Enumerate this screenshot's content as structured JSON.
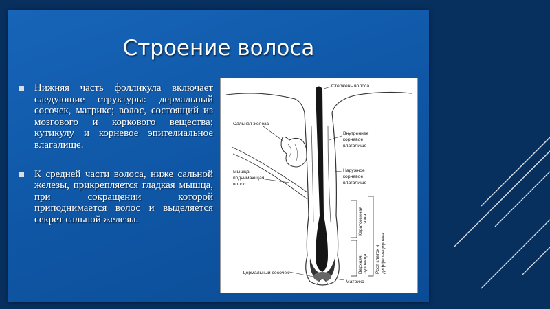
{
  "slide": {
    "title": "Строение волоса",
    "bullets": [
      "Нижняя часть фолликула включает следующие структуры: дермальный сосочек, матрикс; волос, состоящий из мозгового и коркового вещества; кутикулу и корневое эпителиальное влагалище.",
      "К средней части волоса, ниже сальной железы, прикрепляется гладкая мышца, при сокращении которой приподнимается волос и выделяется секрет сальной железы."
    ]
  },
  "figure": {
    "labels": {
      "shaft": "Стержень волоса",
      "gland": "Сальная железа",
      "inner_sheath_1": "Внутреннее",
      "inner_sheath_2": "корневое",
      "inner_sheath_3": "влагалище",
      "muscle_1": "Мышца,",
      "muscle_2": "поднимающая",
      "muscle_3": "волос",
      "outer_sheath_1": "Наружное",
      "outer_sheath_2": "корневое",
      "outer_sheath_3": "влагалище",
      "keratogenic_1": "Кератогенная",
      "keratogenic_2": "зона",
      "growth_1": "Рост клеток и",
      "growth_2": "дифференцировка",
      "bulb_1": "Верхняя",
      "bulb_2": "луковица",
      "papilla": "Дермальный сосочек",
      "matrix": "Матрикс"
    }
  }
}
